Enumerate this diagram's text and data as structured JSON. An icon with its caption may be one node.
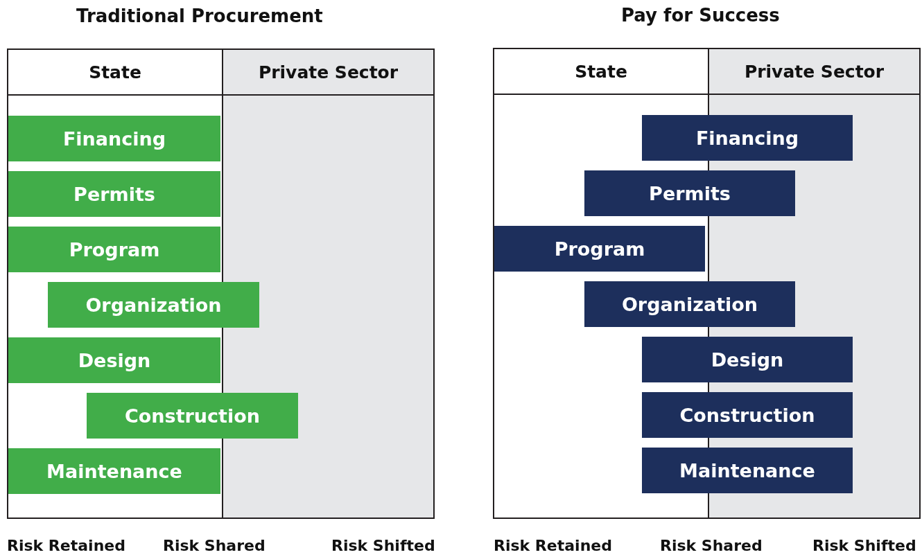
{
  "diagram": {
    "nodes": [
      {
        "text": [
          "Traditional Procurement"
        ]
      },
      {
        "text": [
          "State"
        ],
        "in": 0
      },
      {
        "text": [
          "Private Sector"
        ],
        "in": 0
      },
      {
        "text": [
          "Financing"
        ],
        "in": 0
      },
      {
        "text": [
          "Permits"
        ],
        "in": 0
      },
      {
        "text": [
          "Program"
        ],
        "in": 0
      },
      {
        "text": [
          "Organization"
        ],
        "in": 0
      },
      {
        "text": [
          "Design"
        ],
        "in": 0
      },
      {
        "text": [
          "Construction"
        ],
        "in": 0
      },
      {
        "text": [
          "Maintenance"
        ],
        "in": 0
      },
      {
        "text": [
          "Pay for Success"
        ]
      },
      {
        "text": [
          "State"
        ],
        "in": 10
      },
      {
        "text": [
          "Private Sector"
        ],
        "in": 10
      },
      {
        "text": [
          "Financing"
        ],
        "in": 10
      },
      {
        "text": [
          "Permits"
        ],
        "in": 10
      },
      {
        "text": [
          "Program"
        ],
        "in": 10
      },
      {
        "text": [
          "Organization"
        ],
        "in": 10
      },
      {
        "text": [
          "Design"
        ],
        "in": 10
      },
      {
        "text": [
          "Construction"
        ],
        "in": 10
      },
      {
        "text": [
          "Maintenance"
        ],
        "in": 10
      }
    ],
    "edges": [],
    "labels": [
      "Risk Retained",
      "Risk Shared",
      "Risk Shifted",
      "Risk Retained",
      "Risk Shared",
      "Risk Shifted"
    ]
  }
}
